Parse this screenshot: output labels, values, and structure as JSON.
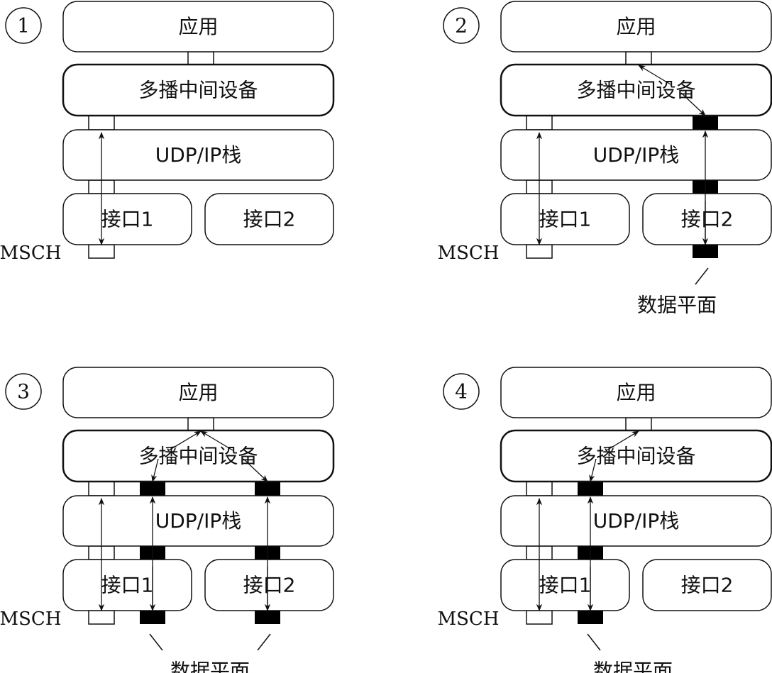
{
  "colors": {
    "stroke": "#111111",
    "port_filled": "#000000",
    "port_empty": "#ffffff",
    "background": "#ffffff"
  },
  "labels": {
    "app": "应用",
    "middleware": "多播中间设备",
    "stack": "UDP/IP栈",
    "iface1": "接口1",
    "iface2": "接口2",
    "msch": "MSCH",
    "data_plane": "数据平面"
  },
  "panels": [
    {
      "step": "1",
      "data_ports": [],
      "app_arrows": [],
      "callout_to": []
    },
    {
      "step": "2",
      "data_ports": [
        "iface2"
      ],
      "app_arrows": [
        "iface2"
      ],
      "callout_to": [
        "iface2"
      ]
    },
    {
      "step": "3",
      "data_ports": [
        "iface1",
        "iface2"
      ],
      "app_arrows": [
        "iface1",
        "iface2"
      ],
      "callout_to": [
        "iface1",
        "iface2"
      ]
    },
    {
      "step": "4",
      "data_ports": [
        "iface1"
      ],
      "app_arrows": [
        "iface1"
      ],
      "callout_to": [
        "iface1"
      ]
    }
  ]
}
